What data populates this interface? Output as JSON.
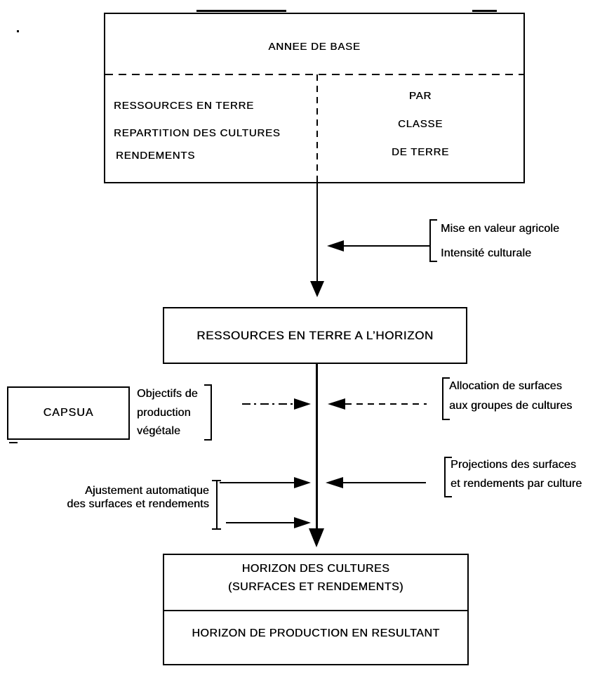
{
  "diagram": {
    "colors": {
      "ink": "#000000",
      "paper": "#ffffff"
    },
    "base_year_box": {
      "title": "ANNEE DE BASE",
      "left_items": [
        "RESSOURCES EN TERRE",
        "REPARTITION DES CULTURES",
        "RENDEMENTS"
      ],
      "right_lines": [
        "PAR",
        "CLASSE",
        "DE TERRE"
      ]
    },
    "mise_en_valeur": {
      "lines": [
        "Mise en valeur agricole",
        "Intensité culturale"
      ]
    },
    "horizon_resources_box": {
      "title": "RESSOURCES EN TERRE A L’HORIZON"
    },
    "capsua_box": {
      "title": "CAPSUA"
    },
    "objectifs": {
      "lines": [
        "Objectifs de",
        "production",
        "végétale"
      ]
    },
    "allocation": {
      "lines": [
        "Allocation de surfaces",
        "aux groupes de cultures"
      ]
    },
    "projections": {
      "lines": [
        "Projections des surfaces",
        "et rendements par culture"
      ]
    },
    "ajustement": {
      "lines": [
        "Ajustement automatique",
        "des surfaces et rendements"
      ]
    },
    "horizon_cultures_box": {
      "line1": "HORIZON DES CULTURES",
      "line2": "(SURFACES ET RENDEMENTS)"
    },
    "horizon_production_box": {
      "title": "HORIZON DE PRODUCTION EN RESULTANT"
    }
  }
}
